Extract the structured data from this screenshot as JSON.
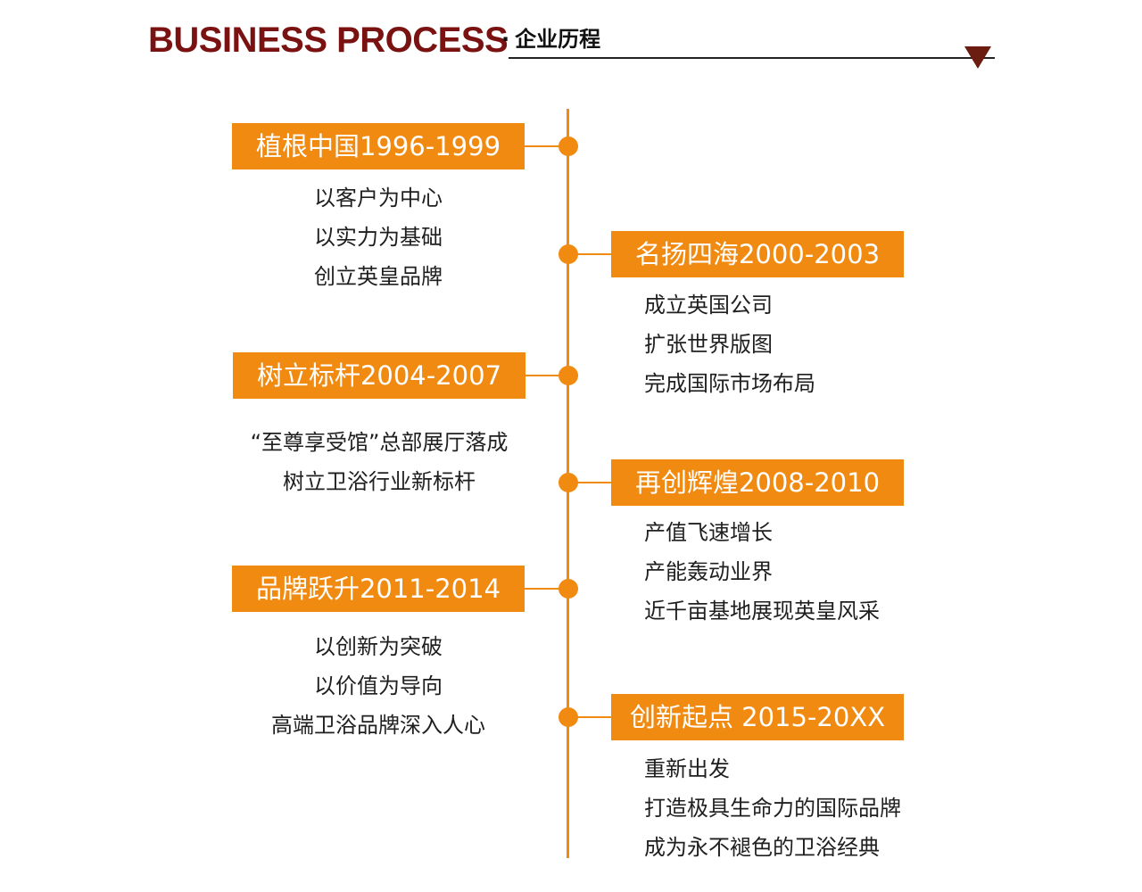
{
  "header": {
    "title": "BUSINESS PROCESS",
    "subtitle_dot": "·",
    "subtitle": "企业历程",
    "accent_color": "#7a1212",
    "triangle_color": "#6b1d12",
    "triangle_icon": "down-triangle-icon"
  },
  "timeline": {
    "accent_color": "#f08a10",
    "milestones": [
      {
        "title": "植根中国1996-1999",
        "lines": [
          "以客户为中心",
          "以实力为基础",
          "创立英皇品牌"
        ]
      },
      {
        "title": "名扬四海2000-2003",
        "lines": [
          "成立英国公司",
          "扩张世界版图",
          "完成国际市场布局"
        ]
      },
      {
        "title": "树立标杆2004-2007",
        "lines": [
          "“至尊享受馆”总部展厅落成",
          "树立卫浴行业新标杆"
        ]
      },
      {
        "title": "再创辉煌2008-2010",
        "lines": [
          "产值飞速增长",
          "产能轰动业界",
          "近千亩基地展现英皇风采"
        ]
      },
      {
        "title": "品牌跃升2011-2014",
        "lines": [
          "以创新为突破",
          "以价值为导向",
          "高端卫浴品牌深入人心"
        ]
      },
      {
        "title": "创新起点 2015-20XX",
        "lines": [
          "重新出发",
          "打造极具生命力的国际品牌",
          "成为永不褪色的卫浴经典"
        ]
      }
    ]
  }
}
